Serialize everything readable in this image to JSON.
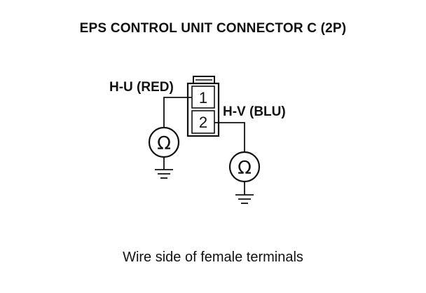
{
  "title": "EPS CONTROL UNIT CONNECTOR C (2P)",
  "connector": {
    "pins": [
      "1",
      "2"
    ]
  },
  "wires": {
    "hu_label": "H-U (RED)",
    "hv_label": "H-V (BLU)"
  },
  "meter_symbol": "Ω",
  "icons": [
    "ohmmeter-icon",
    "ground-icon"
  ],
  "caption": "Wire side of female terminals"
}
